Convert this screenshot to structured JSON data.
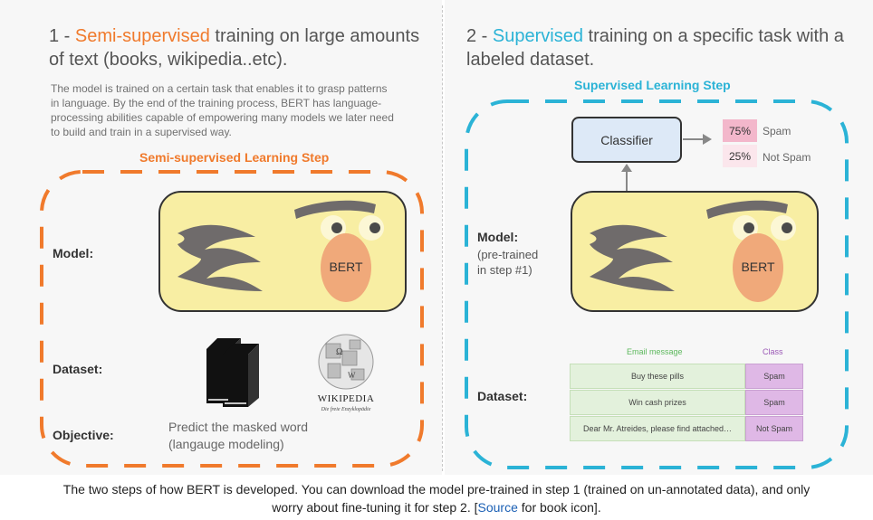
{
  "left": {
    "heading_prefix": "1 - ",
    "heading_highlight": "Semi-supervised",
    "heading_rest": " training on large amounts of text (books, wikipedia..etc).",
    "description": "The model is trained on a certain task that enables it to grasp patterns in language. By the end of the training process, BERT has language-processing abilities capable of empowering many models we later need to build and train in a supervised way.",
    "step_title": "Semi-supervised Learning Step",
    "model_label": "Model:",
    "dataset_label": "Dataset:",
    "objective_label": "Objective:",
    "bert_label": "BERT",
    "wikipedia_wordmark": "Wikipedia",
    "wikipedia_tagline": "Die freie Enzyklopädie",
    "objective_line1": "Predict the masked word",
    "objective_line2": "(langauge modeling)"
  },
  "right": {
    "heading_prefix": "2 - ",
    "heading_highlight": "Supervised",
    "heading_rest": " training on a specific task with a labeled dataset.",
    "step_title": "Supervised Learning Step",
    "classifier_label": "Classifier",
    "outputs": [
      {
        "pct": "75%",
        "label": "Spam"
      },
      {
        "pct": "25%",
        "label": "Not Spam"
      }
    ],
    "model_label": "Model:",
    "model_sub1": "(pre-trained",
    "model_sub2": "in step #1)",
    "dataset_label": "Dataset:",
    "bert_label": "BERT",
    "table": {
      "headers": [
        "Email message",
        "Class"
      ],
      "rows": [
        {
          "message": "Buy these pills",
          "class": "Spam"
        },
        {
          "message": "Win cash prizes",
          "class": "Spam"
        },
        {
          "message": "Dear Mr. Atreides, please find attached…",
          "class": "Not Spam"
        }
      ]
    }
  },
  "caption": {
    "text1": "The two steps of how BERT is developed. You can download the model pre-trained in step 1 (trained on un-annotated data), and only",
    "text2_a": "worry about fine-tuning it for step 2. [",
    "link": "Source",
    "text2_b": " for book icon]."
  },
  "colors": {
    "orange": "#f07a2c",
    "teal": "#2bb3d6",
    "bert_body": "#f8eea3",
    "classifier_fill": "#dde9f7"
  },
  "icons": [
    "books-icon",
    "wikipedia-globe-icon",
    "arrow-icon"
  ]
}
